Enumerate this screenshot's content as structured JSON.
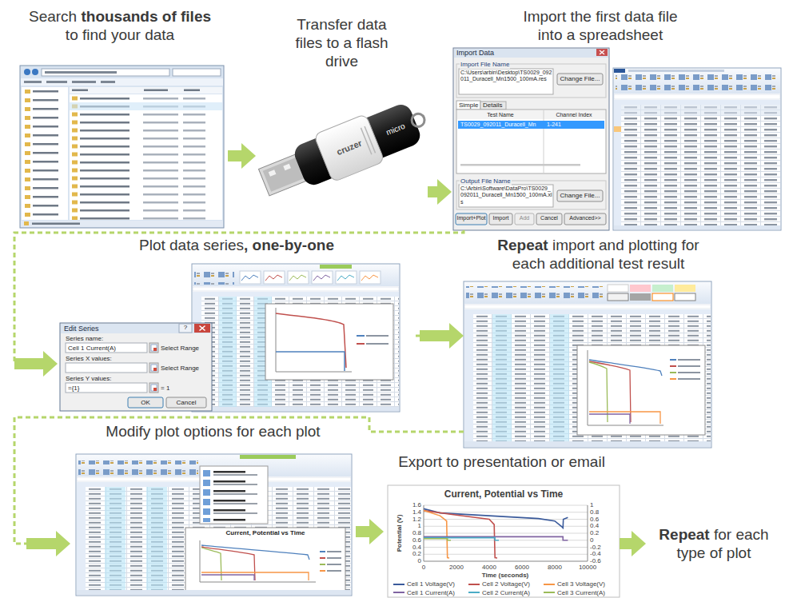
{
  "diagram": {
    "nodes": [
      {
        "text": [
          "Search thousands of files to find your data"
        ]
      },
      {
        "text": [
          "Transfer data files to a flash drive"
        ]
      },
      {
        "text": [
          "Import the first data file into a spreadsheet"
        ]
      },
      {
        "text": [
          "Plot data series, one-by-one"
        ]
      },
      {
        "text": [
          "Repeat import and plotting for each additional test result"
        ]
      },
      {
        "text": [
          "Modify plot options for each plot"
        ]
      },
      {
        "text": [
          "Export to presentation or email"
        ]
      },
      {
        "text": [
          "Repeat for each type of plot"
        ]
      }
    ],
    "edges": [
      {
        "from": 0,
        "to": 1,
        "arrow": "to"
      },
      {
        "from": 1,
        "to": 2,
        "arrow": "to"
      },
      {
        "from": 2,
        "to": 3,
        "arrow": "to"
      },
      {
        "from": 3,
        "to": 4,
        "arrow": "to"
      },
      {
        "from": 4,
        "to": 5,
        "arrow": "to"
      },
      {
        "from": 5,
        "to": 6,
        "arrow": "to"
      },
      {
        "from": 6,
        "to": 7,
        "arrow": "to"
      }
    ],
    "labels": [
      "Import Data",
      "Import File Name",
      "C:\\Users\\arbin\\Desktop\\TS0029_092011_Duracell_Mn1500_100mA.res",
      "Change File...",
      "Simple",
      "Details",
      "Test Name",
      "Channel Index",
      "TS0029_092011_Duracell_Mn",
      "1-241",
      "Output File Name",
      "C:\\Arbin\\Software\\DataPro\\TS0029_092011_Duracell_Mn1500_100mA.xls",
      "Change File...",
      "Import+Plot",
      "Import",
      "Add",
      "Cancel",
      "Advanced>>",
      "micro",
      "cruzer",
      "Edit Series",
      "?",
      "Series name:",
      "Cell 1 Current(A)",
      "Select Range",
      "Series X values:",
      "Select Range",
      "Series Y values:",
      "={1}",
      "= 1",
      "OK",
      "Cancel",
      "Current, Potential vs Time",
      "Current, Potential vs Time",
      "Potential (V)",
      "1.6",
      "1.4",
      "1.2",
      "1",
      "0.8",
      "0.6",
      "0.4",
      "0.2",
      "0",
      "1",
      "0.8",
      "0.6",
      "0.4",
      "0.2",
      "0",
      "-0.2",
      "-0.4",
      "-0.6",
      "0",
      "2000",
      "4000",
      "6000",
      "8000",
      "10000",
      "Time (seconds)"
    ],
    "legend": [
      {
        "text": "Cell 1 Voltage(V)"
      },
      {
        "text": "Cell 2 Voltage(V)"
      },
      {
        "text": "Cell 3 Voltage(V)"
      },
      {
        "text": "Cell 1 Current(A)"
      },
      {
        "text": "Cell 2 Current(A)"
      },
      {
        "text": "Cell 3 Current(A)"
      }
    ]
  }
}
